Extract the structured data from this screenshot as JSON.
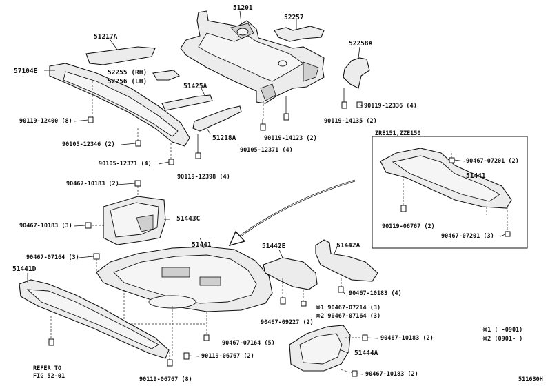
{
  "inset": {
    "title": "ZRE151,ZZE150",
    "labels": {
      "p51441": "51441",
      "b1": "90467-07201 (2)",
      "b2": "90119-06767 (2)",
      "b3": "90467-07201 (3)"
    }
  },
  "labels": {
    "p51201": "51201",
    "p52257": "52257",
    "p51217A": "51217A",
    "p52258A": "52258A",
    "p57104E": "57104E",
    "p52255": "52255 (RH)",
    "p52256": "52256 (LH)",
    "p51425A": "51425A",
    "b90119_12336": "90119-12336 (4)",
    "b90119_12400": "90119-12400 (8)",
    "b90119_14135": "90119-14135 (2)",
    "b90119_14123": "90119-14123 (2)",
    "p51218A": "51218A",
    "b90105_12346": "90105-12346 (2)",
    "b90105_12371a": "90105-12371 (4)",
    "b90105_12371b": "90105-12371 (4)",
    "b90119_12398": "90119-12398 (4)",
    "b90467_10183_2": "90467-10183 (2)",
    "b90467_10183_3": "90467-10183 (3)",
    "p51443C": "51443C",
    "p51441": "51441",
    "p51442E": "51442E",
    "p51442A": "51442A",
    "b90467_07164_3": "90467-07164 (3)",
    "p51441D": "51441D",
    "b90467_10183_4": "90467-10183 (4)",
    "b90467_07214": "※1 90467-07214 (3)",
    "b90467_09227": "90467-09227 (2)",
    "b90467_07164_3b": "※2 90467-07164 (3)",
    "b90467_07164_5": "90467-07164 (5)",
    "b90467_10183_2b": "90467-10183 (2)",
    "b90119_06767_2": "90119-06767 (2)",
    "b90119_06767_8": "90119-06767 (8)",
    "p51444A": "51444A",
    "b90467_10183_2c": "90467-10183 (2)",
    "refer1": "REFER TO",
    "refer2": "FIG 52-01",
    "note1": "※1 (   -0901)",
    "note2": "※2 (0901-   )",
    "fig_code": "511630H"
  }
}
